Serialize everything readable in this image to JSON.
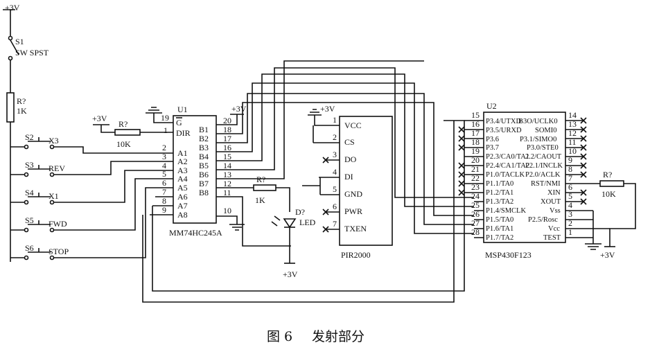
{
  "supply": {
    "plus3v": "+3V"
  },
  "switches": {
    "main_ref": "S1",
    "main_type": "SW SPST",
    "items": [
      {
        "ref": "S2",
        "label": "X3"
      },
      {
        "ref": "S3",
        "label": "REV"
      },
      {
        "ref": "S4",
        "label": "X1"
      },
      {
        "ref": "S5",
        "label": "FWD"
      },
      {
        "ref": "S6",
        "label": "STOP"
      }
    ]
  },
  "resistors": {
    "r1": {
      "ref": "R?",
      "value": "1K"
    },
    "r_dir": {
      "ref": "R?",
      "value": "10K"
    },
    "r_led": {
      "ref": "R?",
      "value": "1K"
    },
    "r_rst": {
      "ref": "R?",
      "value": "10K"
    }
  },
  "u1": {
    "ref": "U1",
    "part": "MM74HC245A",
    "pin_g_label": "G",
    "pin_dir_label": "DIR",
    "pin19": "19",
    "pin1": "1",
    "pin20": "20",
    "pin10": "10",
    "a_labels": [
      "A1",
      "A2",
      "A3",
      "A4",
      "A5",
      "A6",
      "A7",
      "A8"
    ],
    "a_pins": [
      "2",
      "3",
      "4",
      "5",
      "6",
      "7",
      "8",
      "9"
    ],
    "b_labels": [
      "B1",
      "B2",
      "B3",
      "B4",
      "B5",
      "B6",
      "B7",
      "B8"
    ],
    "b_pins": [
      "18",
      "17",
      "16",
      "15",
      "14",
      "13",
      "12",
      "11"
    ]
  },
  "led": {
    "ref": "D?",
    "label": "LED"
  },
  "pir": {
    "part": "PIR2000",
    "pins": [
      {
        "num": "1",
        "label": "VCC"
      },
      {
        "num": "2",
        "label": "CS"
      },
      {
        "num": "3",
        "label": "DO"
      },
      {
        "num": "4",
        "label": "DI"
      },
      {
        "num": "5",
        "label": "GND"
      },
      {
        "num": "6",
        "label": "PWR"
      },
      {
        "num": "7",
        "label": "TXEN"
      }
    ]
  },
  "u2": {
    "ref": "U2",
    "part": "MSP430F123",
    "left_pins": [
      {
        "num": "15",
        "label": "P3.4/UTXD"
      },
      {
        "num": "16",
        "label": "P3.5/URXD"
      },
      {
        "num": "17",
        "label": "P3.6"
      },
      {
        "num": "18",
        "label": "P3.7"
      },
      {
        "num": "19",
        "label": "P2.3/CA0/TA1"
      },
      {
        "num": "20",
        "label": "P2.4/CA1/TA2"
      },
      {
        "num": "21",
        "label": "P1.0/TACLK"
      },
      {
        "num": "22",
        "label": "P1.1/TA0"
      },
      {
        "num": "23",
        "label": "P1.2/TA1"
      },
      {
        "num": "24",
        "label": "P1.3/TA2"
      },
      {
        "num": "25",
        "label": "P1.4/SMCLK"
      },
      {
        "num": "26",
        "label": "P1.5/TA0"
      },
      {
        "num": "27",
        "label": "P1.6/TA1"
      },
      {
        "num": "28",
        "label": "P1.7/TA2"
      }
    ],
    "right_pins": [
      {
        "num": "14",
        "label": "B3O/UCLK0"
      },
      {
        "num": "13",
        "label": "SOMI0"
      },
      {
        "num": "12",
        "label": "P3.1/SIMO0"
      },
      {
        "num": "11",
        "label": "P3.0/STE0"
      },
      {
        "num": "10",
        "label": "2.2/CAOUT"
      },
      {
        "num": "9",
        "label": "P2.1/INCLK"
      },
      {
        "num": "8",
        "label": "P2.0/ACLK"
      },
      {
        "num": "7",
        "label": "RST/NMI"
      },
      {
        "num": "6",
        "label": "XIN"
      },
      {
        "num": "5",
        "label": "XOUT"
      },
      {
        "num": "4",
        "label": "Vss"
      },
      {
        "num": "3",
        "label": "P2.5/Rosc"
      },
      {
        "num": "2",
        "label": "Vcc"
      },
      {
        "num": "1",
        "label": "TEST"
      }
    ]
  },
  "caption": {
    "fig": "图 6",
    "title": "发射部分"
  }
}
